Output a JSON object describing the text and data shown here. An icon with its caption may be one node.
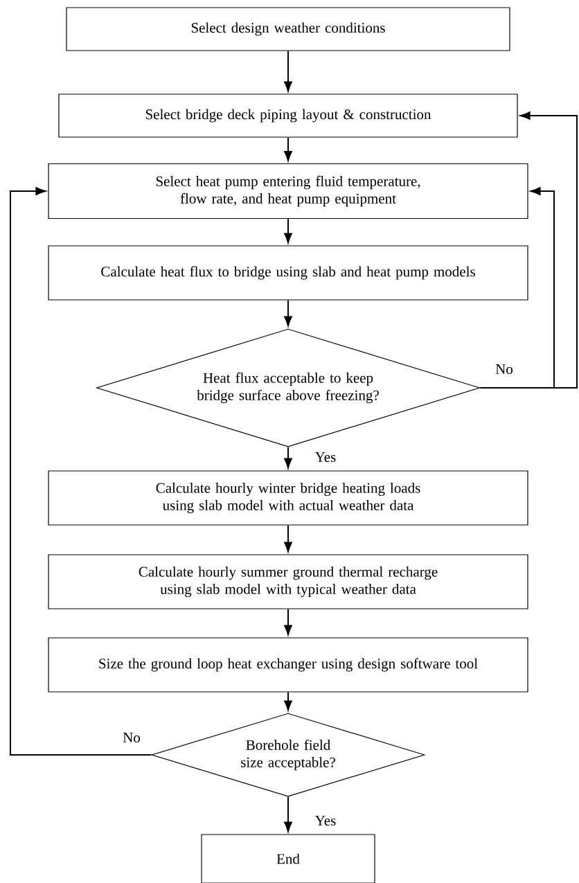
{
  "diagram": {
    "nodes": [
      {
        "text": [
          "Select design weather conditions"
        ]
      },
      {
        "text": [
          "Select bridge deck piping layout & construction"
        ]
      },
      {
        "text": [
          "Select heat pump entering fluid temperature, flow rate, and heat pump equipment"
        ]
      },
      {
        "text": [
          "Calculate heat flux to bridge using slab and heat pump models"
        ]
      },
      {
        "text": [
          "Heat flux acceptable to keep bridge surface above freezing?"
        ]
      },
      {
        "text": [
          "Calculate hourly winter bridge heating loads using slab model with actual weather data"
        ]
      },
      {
        "text": [
          "Calculate hourly summer ground thermal recharge using slab model with typical weather data"
        ]
      },
      {
        "text": [
          "Size the ground loop heat exchanger using design software tool"
        ]
      },
      {
        "text": [
          "Borehole field size acceptable?"
        ]
      },
      {
        "text": [
          "End"
        ]
      }
    ],
    "edges": [
      {
        "from": 0,
        "to": 1,
        "arrow": "to"
      },
      {
        "from": 1,
        "to": 2,
        "arrow": "to"
      },
      {
        "from": 2,
        "to": 3,
        "arrow": "to"
      },
      {
        "from": 3,
        "to": 4,
        "arrow": "to"
      },
      {
        "from": 4,
        "to": 2,
        "arrow": "to",
        "label": "No"
      },
      {
        "from": 4,
        "to": 1,
        "arrow": "to"
      },
      {
        "from": 4,
        "to": 5,
        "arrow": "to",
        "label": "Yes"
      },
      {
        "from": 5,
        "to": 6,
        "arrow": "to"
      },
      {
        "from": 6,
        "to": 7,
        "arrow": "to"
      },
      {
        "from": 7,
        "to": 8,
        "arrow": "to"
      },
      {
        "from": 8,
        "to": 2,
        "arrow": "to",
        "label": "No"
      },
      {
        "from": 8,
        "to": 9,
        "arrow": "to",
        "label": "Yes"
      }
    ]
  }
}
